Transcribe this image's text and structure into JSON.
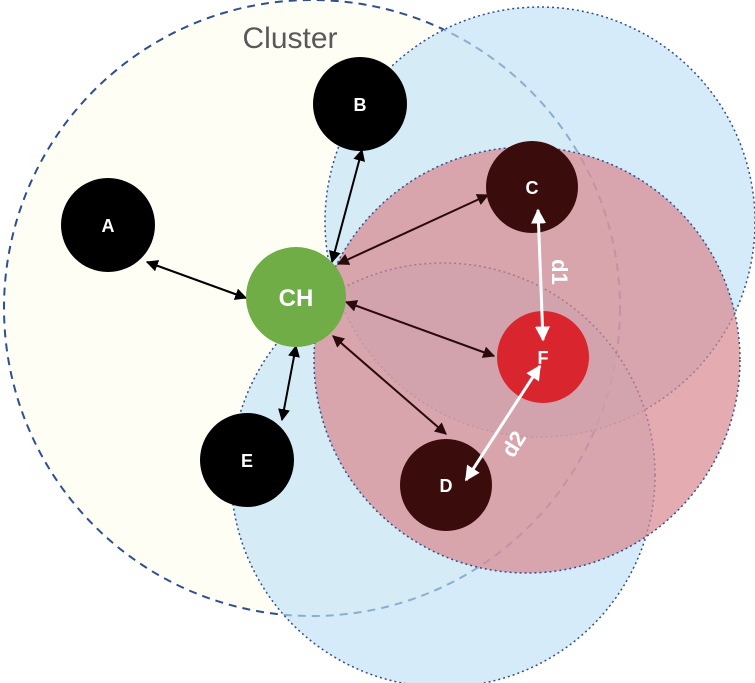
{
  "diagram": {
    "cluster_label": "Cluster",
    "nodes": {
      "A": "A",
      "B": "B",
      "C": "C",
      "CH": "CH",
      "D": "D",
      "E": "E",
      "F": "F"
    },
    "distance_labels": {
      "d1": "d1",
      "d2": "d2"
    },
    "colors": {
      "cluster_head": "#70ad47",
      "faulty_node": "#d9262e",
      "sensor_node": "#000000",
      "covered_node": "#3a0c0c",
      "blue_range": "#bfe1f6",
      "red_range": "#d9888f",
      "cluster_fill": "#fffef5",
      "cluster_border": "#2f4f8f"
    }
  }
}
